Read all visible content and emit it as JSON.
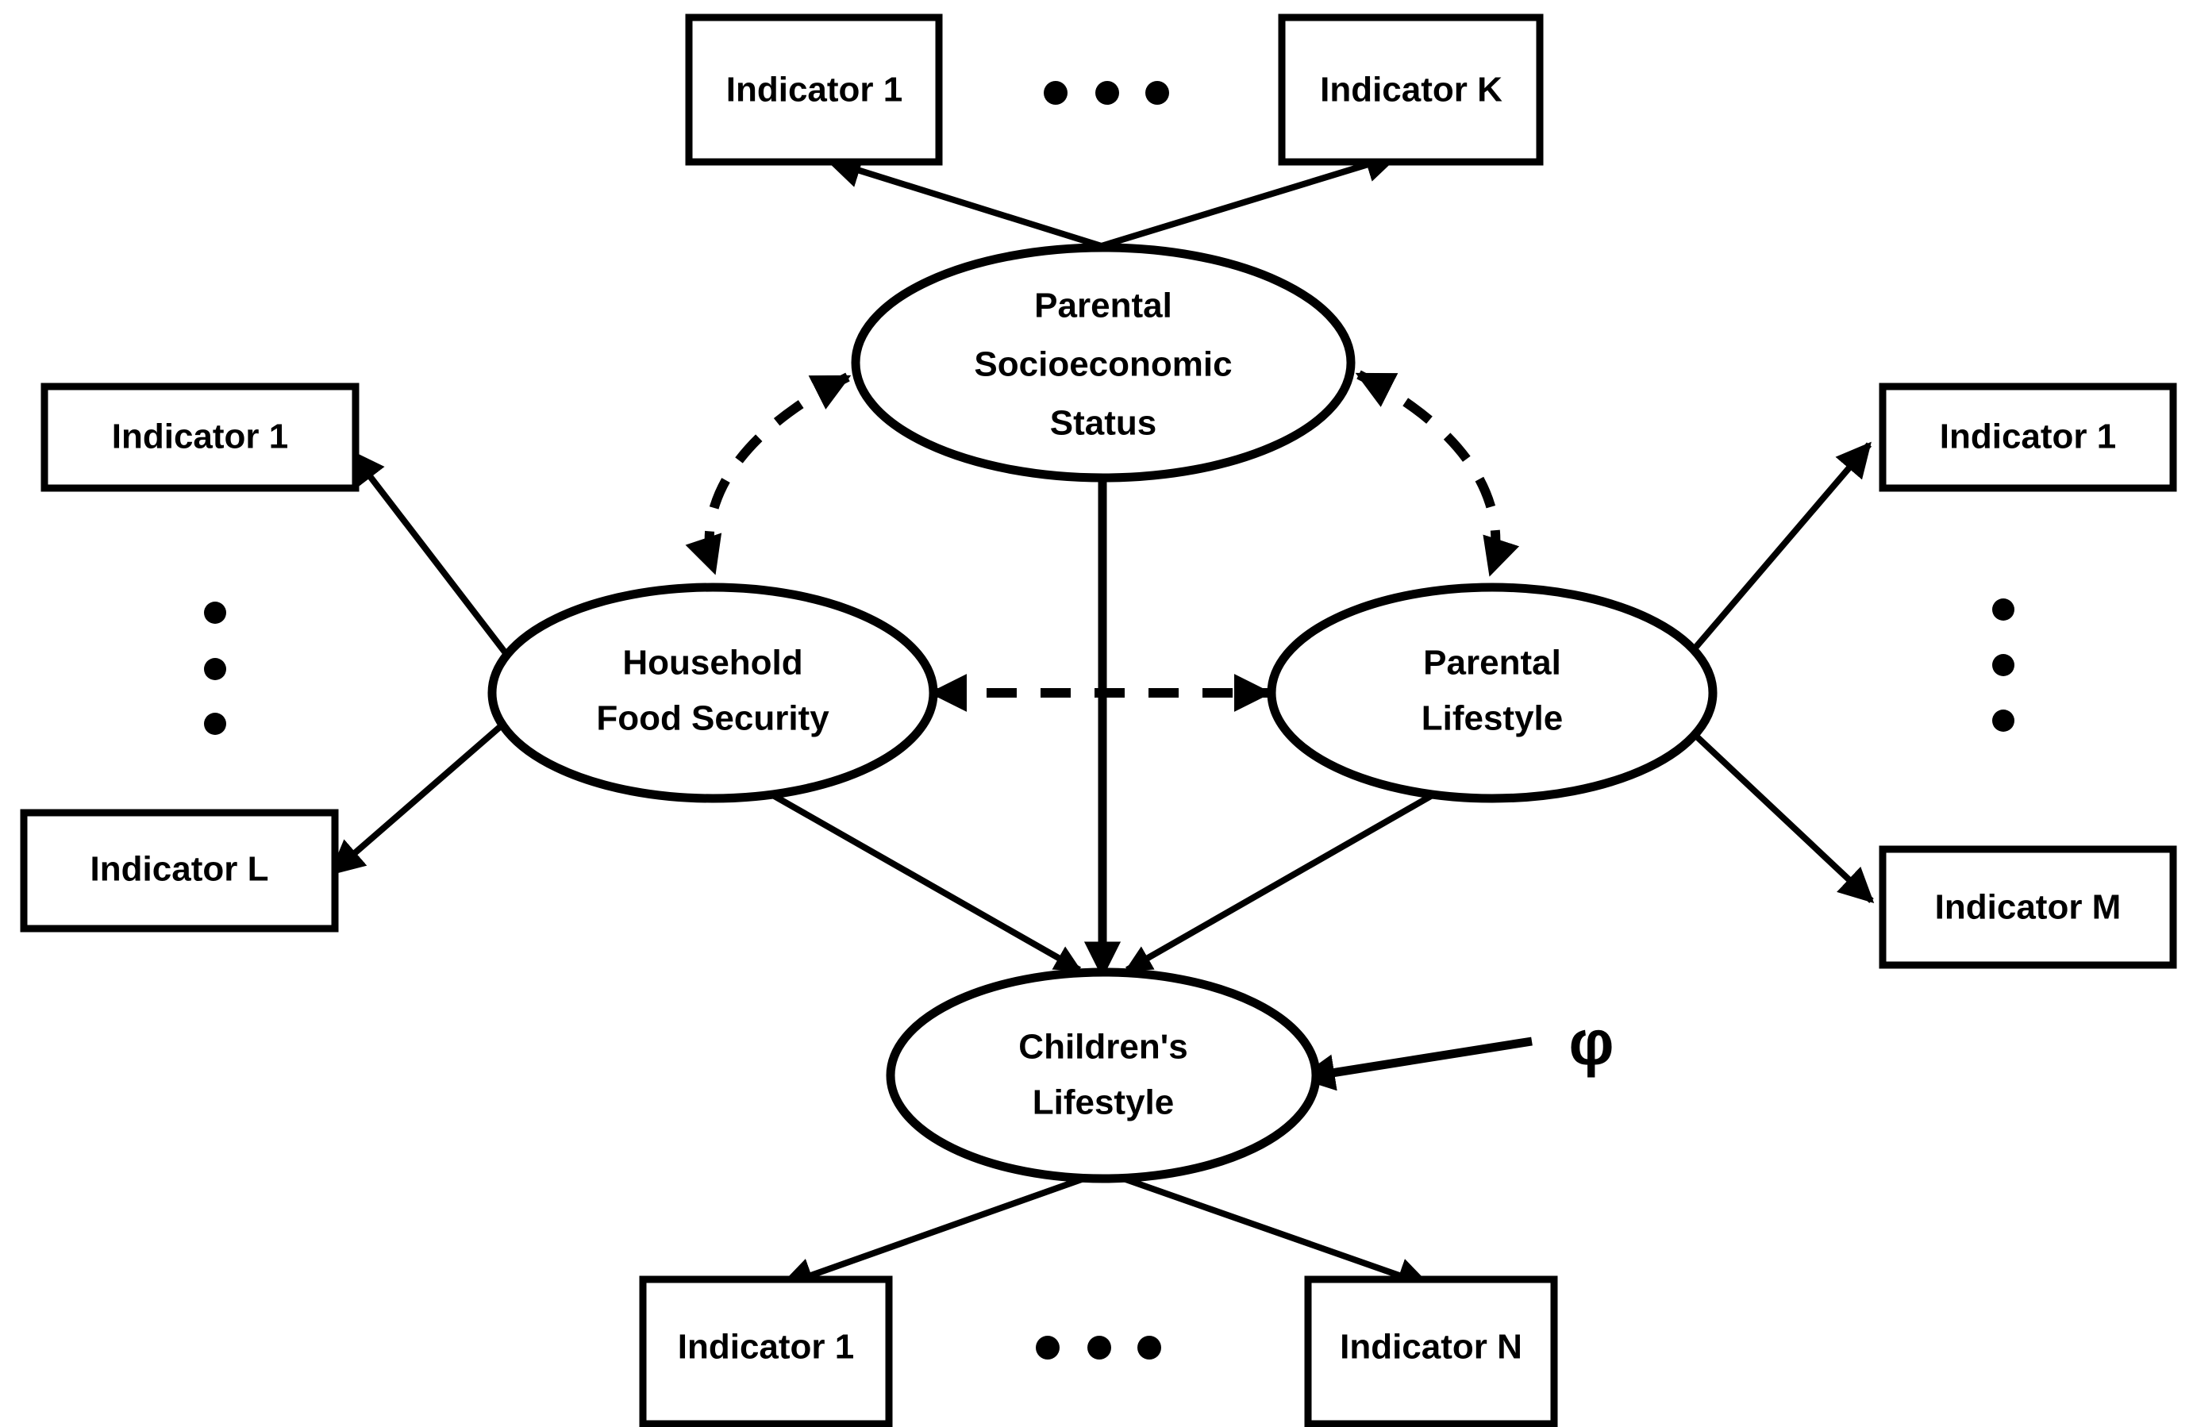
{
  "diagram": {
    "title": "Structural equation model: parental socioeconomic status, household food security, parental lifestyle and children's lifestyle",
    "background_color": "#ffffff",
    "line_color": "#000000",
    "ellipsis_glyph": "•"
  },
  "latent_variables": {
    "parental_ses": {
      "name": "parental-socioeconomic-status",
      "line1": "Parental",
      "line2": "Socioeconomic",
      "line3": "Status"
    },
    "household_food_security": {
      "name": "household-food-security",
      "line1": "Household",
      "line2": "Food Security"
    },
    "parental_lifestyle": {
      "name": "parental-lifestyle",
      "line1": "Parental",
      "line2": "Lifestyle"
    },
    "childrens_lifestyle": {
      "name": "childrens-lifestyle",
      "line1": "Children's",
      "line2": "Lifestyle"
    }
  },
  "indicator_groups": {
    "top": {
      "owner": "Parental Socioeconomic Status",
      "first": "Indicator 1",
      "last": "Indicator K",
      "ellipsis": "horizontal"
    },
    "left": {
      "owner": "Household Food Security",
      "first": "Indicator 1",
      "last": "Indicator L",
      "ellipsis": "vertical"
    },
    "right": {
      "owner": "Parental Lifestyle",
      "first": "Indicator 1",
      "last": "Indicator M",
      "ellipsis": "vertical"
    },
    "bottom": {
      "owner": "Children's Lifestyle",
      "first": "Indicator 1",
      "last": "Indicator N",
      "ellipsis": "horizontal"
    }
  },
  "symbols": {
    "disturbance": "φ"
  },
  "edges": {
    "ses_to_top_ind1": "Parental Socioeconomic Status -> Indicator 1 (top)",
    "ses_to_top_indK": "Parental Socioeconomic Status -> Indicator K",
    "hfs_to_left_ind1": "Household Food Security -> Indicator 1 (left)",
    "hfs_to_left_indL": "Household Food Security -> Indicator L",
    "pl_to_right_ind1": "Parental Lifestyle -> Indicator 1 (right)",
    "pl_to_right_indM": "Parental Lifestyle -> Indicator M",
    "cl_to_bottom_ind1": "Children's Lifestyle -> Indicator 1 (bottom)",
    "cl_to_bottom_indN": "Children's Lifestyle -> Indicator N",
    "ses_hfs_dashed": "Parental Socioeconomic Status <--> Household Food Security (dashed)",
    "ses_pl_dashed": "Parental Socioeconomic Status <--> Parental Lifestyle (dashed)",
    "hfs_pl_dashed": "Household Food Security <--> Parental Lifestyle (dashed)",
    "ses_to_cl": "Parental Socioeconomic Status -> Children's Lifestyle",
    "hfs_to_cl": "Household Food Security -> Children's Lifestyle",
    "pl_to_cl": "Parental Lifestyle -> Children's Lifestyle",
    "phi_to_cl": "φ -> Children's Lifestyle"
  }
}
